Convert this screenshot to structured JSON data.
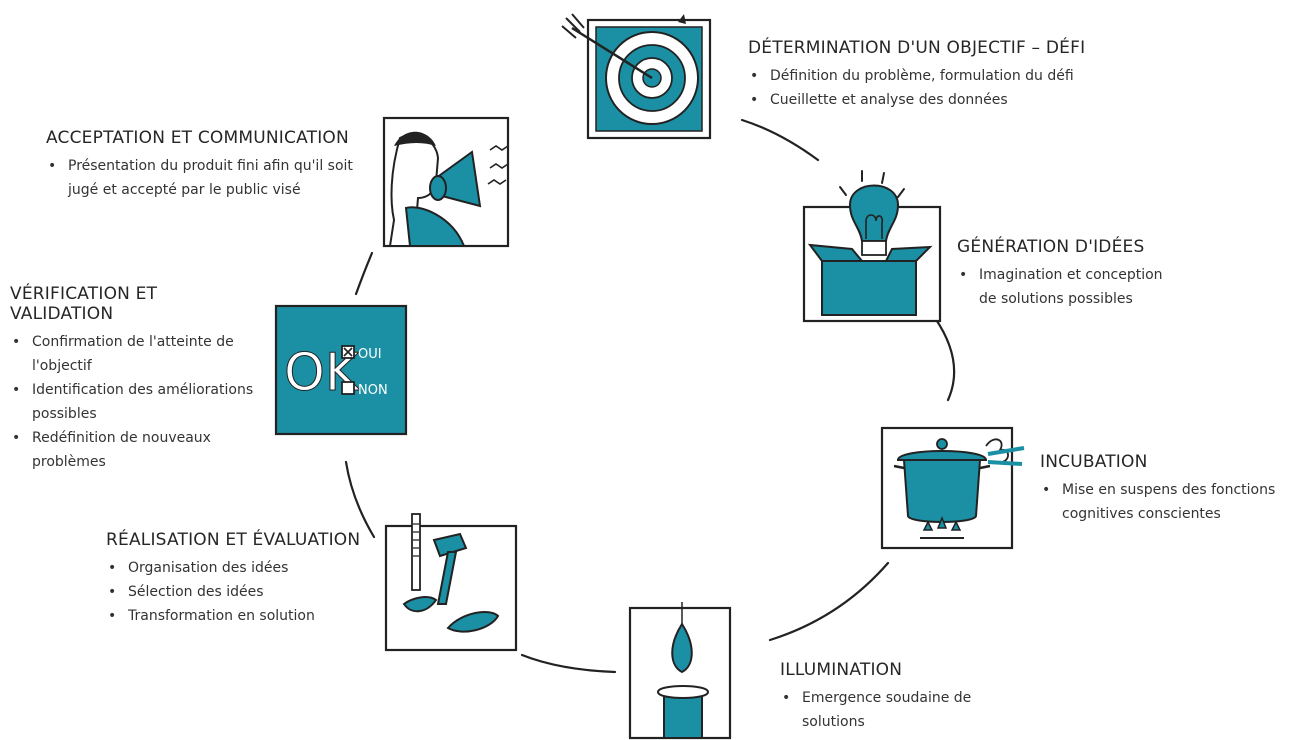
{
  "colors": {
    "teal": "#1b8fa3",
    "ink": "#222222",
    "paper": "#ffffff"
  },
  "stages": {
    "objectif": {
      "title": "DÉTERMINATION D'UN OBJECTIF – DÉFI",
      "bullets": [
        "Définition du problème, formulation du défi",
        "Cueillette et analyse des données"
      ],
      "icon": "target-arrow-icon"
    },
    "generation": {
      "title": "GÉNÉRATION D'IDÉES",
      "bullets": [
        "Imagination et conception de solutions possibles"
      ],
      "icon": "lightbulb-box-icon"
    },
    "incubation": {
      "title": "INCUBATION",
      "bullets": [
        "Mise en suspens des fonctions cognitives conscientes"
      ],
      "icon": "cooking-pot-icon"
    },
    "illumination": {
      "title": "ILLUMINATION",
      "bullets": [
        "Emergence soudaine de solutions"
      ],
      "icon": "candle-icon"
    },
    "realisation": {
      "title": "RÉALISATION ET ÉVALUATION",
      "bullets": [
        "Organisation des idées",
        "Sélection des idées",
        "Transformation en solution"
      ],
      "icon": "tools-icon"
    },
    "verification": {
      "title": "VÉRIFICATION ET VALIDATION",
      "bullets": [
        "Confirmation de l'atteinte de l'objectif",
        "Identification des améliorations possibles",
        "Redéfinition de nouveaux problèmes"
      ],
      "icon": "ok-checkbox-icon",
      "icon_text": {
        "ok": "OK",
        "oui": "OUI",
        "non": "NON"
      }
    },
    "acceptation": {
      "title": "ACCEPTATION ET COMMUNICATION",
      "bullets": [
        "Présentation du produit fini afin qu'il soit jugé et accepté par le public visé"
      ],
      "icon": "megaphone-person-icon"
    }
  }
}
